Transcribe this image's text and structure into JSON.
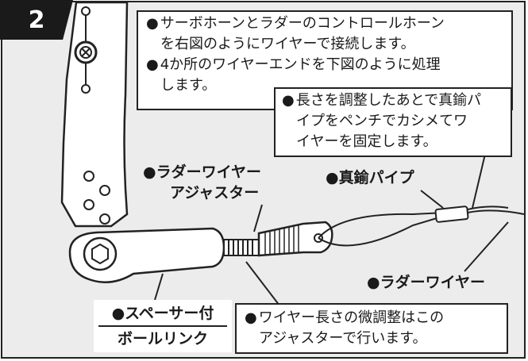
{
  "step": {
    "number": "2"
  },
  "notes": {
    "main": {
      "bullet": "●",
      "line1": "サーボホーンとラダーのコントロールホーン",
      "line2": "を右図のようにワイヤーで接続します。",
      "line3": "4か所のワイヤーエンドを下図のように処理",
      "line4": "します。"
    },
    "brass": {
      "bullet": "●",
      "line1": "長さを調整したあとで真鍮パ",
      "line2": "イプをペンチでカシメてワ",
      "line3": "イヤーを固定します。"
    },
    "adjust": {
      "bullet": "●",
      "line1": "ワイヤー長さの微調整はこの",
      "line2": "アジャスターで行います。"
    }
  },
  "labels": {
    "adjuster": {
      "line1": "●ラダーワイヤー",
      "line2": "アジャスター"
    },
    "brass_pipe": "●真鍮パイプ",
    "rudder_wire": "●ラダーワイヤー",
    "ball_link": {
      "line1": "●スペーサー付",
      "line2": "ボールリンク"
    }
  },
  "colors": {
    "background": "#ececec",
    "line": "#222222",
    "part_fill": "#ffffff",
    "badge": "#1a1a1a"
  },
  "icons": {
    "screw": "phillips-screw-icon",
    "hex_socket": "hex-socket-icon"
  }
}
